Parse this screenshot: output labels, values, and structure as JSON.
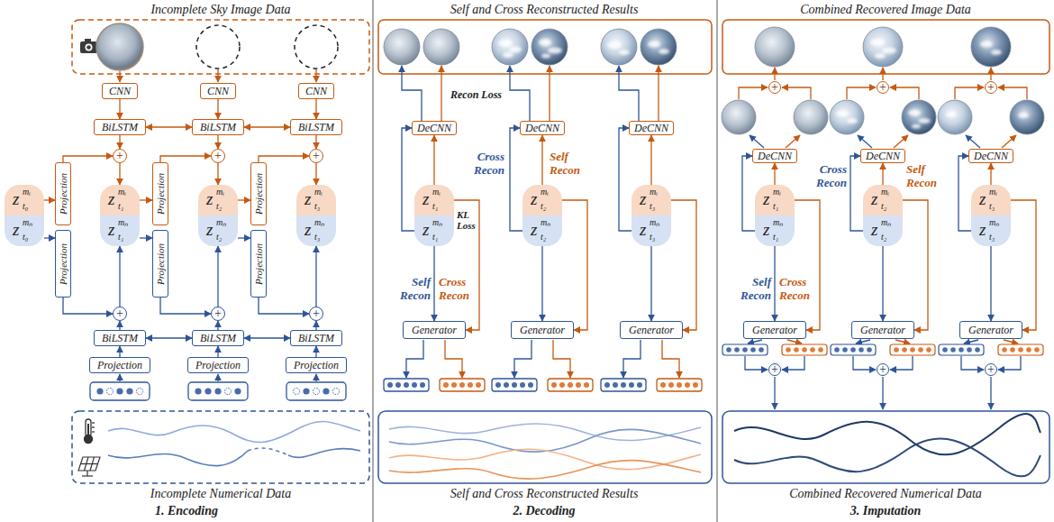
{
  "diagram": {
    "nodes": [
      {
        "text": [
          "CNN"
        ]
      },
      {
        "text": [
          "CNN"
        ]
      },
      {
        "text": [
          "CNN"
        ]
      },
      {
        "text": [
          "BiLSTM"
        ]
      },
      {
        "text": [
          "BiLSTM"
        ]
      },
      {
        "text": [
          "BiLSTM"
        ]
      },
      {
        "text": [
          "+"
        ]
      },
      {
        "text": [
          "+"
        ]
      },
      {
        "text": [
          "+"
        ]
      },
      {
        "text": [
          "z",
          "mᵢ",
          "t₀"
        ]
      },
      {
        "text": [
          "z",
          "mₙ",
          "t₀"
        ]
      },
      {
        "text": [
          "Projection"
        ]
      },
      {
        "text": [
          "Projection"
        ]
      },
      {
        "text": [
          "z",
          "mᵢ",
          "t₁"
        ]
      },
      {
        "text": [
          "z",
          "mₙ",
          "t₁"
        ]
      },
      {
        "text": [
          "Projection"
        ]
      },
      {
        "text": [
          "Projection"
        ]
      },
      {
        "text": [
          "z",
          "mᵢ",
          "t₂"
        ]
      },
      {
        "text": [
          "z",
          "mₙ",
          "t₂"
        ]
      },
      {
        "text": [
          "Projection"
        ]
      },
      {
        "text": [
          "Projection"
        ]
      },
      {
        "text": [
          "z",
          "mᵢ",
          "t₃"
        ]
      },
      {
        "text": [
          "z",
          "mₙ",
          "t₃"
        ]
      },
      {
        "text": [
          "+"
        ]
      },
      {
        "text": [
          "+"
        ]
      },
      {
        "text": [
          "+"
        ]
      },
      {
        "text": [
          "BiLSTM"
        ]
      },
      {
        "text": [
          "BiLSTM"
        ]
      },
      {
        "text": [
          "BiLSTM"
        ]
      },
      {
        "text": [
          "Projection"
        ]
      },
      {
        "text": [
          "Projection"
        ]
      },
      {
        "text": [
          "Projection"
        ]
      },
      {
        "text": [
          "DeCNN"
        ]
      },
      {
        "text": [
          "DeCNN"
        ]
      },
      {
        "text": [
          "DeCNN"
        ]
      },
      {
        "text": [
          "z",
          "mᵢ",
          "t₁"
        ]
      },
      {
        "text": [
          "z",
          "mₙ",
          "t₁"
        ]
      },
      {
        "text": [
          "z",
          "mᵢ",
          "t₂"
        ]
      },
      {
        "text": [
          "z",
          "mₙ",
          "t₂"
        ]
      },
      {
        "text": [
          "z",
          "mᵢ",
          "t₃"
        ]
      },
      {
        "text": [
          "z",
          "mₙ",
          "t₃"
        ]
      },
      {
        "text": [
          "Generator"
        ]
      },
      {
        "text": [
          "Generator"
        ]
      },
      {
        "text": [
          "Generator"
        ]
      },
      {
        "text": [
          "+"
        ]
      },
      {
        "text": [
          "+"
        ]
      },
      {
        "text": [
          "+"
        ]
      },
      {
        "text": [
          "DeCNN"
        ]
      },
      {
        "text": [
          "DeCNN"
        ]
      },
      {
        "text": [
          "DeCNN"
        ]
      },
      {
        "text": [
          "z",
          "mᵢ",
          "t₁"
        ]
      },
      {
        "text": [
          "z",
          "mₙ",
          "t₁"
        ]
      },
      {
        "text": [
          "z",
          "mᵢ",
          "t₂"
        ]
      },
      {
        "text": [
          "z",
          "mₙ",
          "t₂"
        ]
      },
      {
        "text": [
          "z",
          "mᵢ",
          "t₃"
        ]
      },
      {
        "text": [
          "z",
          "mₙ",
          "t₃"
        ]
      },
      {
        "text": [
          "Generator"
        ]
      },
      {
        "text": [
          "Generator"
        ]
      },
      {
        "text": [
          "Generator"
        ]
      },
      {
        "text": [
          "+"
        ]
      },
      {
        "text": [
          "+"
        ]
      },
      {
        "text": [
          "+"
        ]
      }
    ],
    "edges": [
      {
        "from": 0,
        "to": 3,
        "arrow": "to"
      },
      {
        "from": 1,
        "to": 4,
        "arrow": "to"
      },
      {
        "from": 2,
        "to": 5,
        "arrow": "to"
      },
      {
        "from": 3,
        "to": 4,
        "arrow": "both"
      },
      {
        "from": 4,
        "to": 5,
        "arrow": "both"
      },
      {
        "from": 3,
        "to": 6,
        "arrow": "to"
      },
      {
        "from": 4,
        "to": 7,
        "arrow": "to"
      },
      {
        "from": 5,
        "to": 8,
        "arrow": "to"
      },
      {
        "from": 6,
        "to": 13,
        "arrow": "to"
      },
      {
        "from": 7,
        "to": 17,
        "arrow": "to"
      },
      {
        "from": 8,
        "to": 21,
        "arrow": "to"
      },
      {
        "from": 9,
        "to": 11,
        "arrow": "to"
      },
      {
        "from": 13,
        "to": 15,
        "arrow": "to"
      },
      {
        "from": 17,
        "to": 19,
        "arrow": "to"
      },
      {
        "from": 11,
        "to": 6,
        "arrow": "to"
      },
      {
        "from": 15,
        "to": 7,
        "arrow": "to"
      },
      {
        "from": 19,
        "to": 8,
        "arrow": "to"
      },
      {
        "from": 10,
        "to": 12,
        "arrow": "to"
      },
      {
        "from": 14,
        "to": 16,
        "arrow": "to"
      },
      {
        "from": 18,
        "to": 20,
        "arrow": "to"
      },
      {
        "from": 12,
        "to": 23,
        "arrow": "to"
      },
      {
        "from": 16,
        "to": 24,
        "arrow": "to"
      },
      {
        "from": 20,
        "to": 25,
        "arrow": "to"
      },
      {
        "from": 23,
        "to": 14,
        "arrow": "to"
      },
      {
        "from": 24,
        "to": 18,
        "arrow": "to"
      },
      {
        "from": 25,
        "to": 22,
        "arrow": "to"
      },
      {
        "from": 26,
        "to": 23,
        "arrow": "to"
      },
      {
        "from": 27,
        "to": 24,
        "arrow": "to"
      },
      {
        "from": 28,
        "to": 25,
        "arrow": "to"
      },
      {
        "from": 26,
        "to": 27,
        "arrow": "both"
      },
      {
        "from": 27,
        "to": 28,
        "arrow": "both"
      },
      {
        "from": 29,
        "to": 26,
        "arrow": "to"
      },
      {
        "from": 30,
        "to": 27,
        "arrow": "to"
      },
      {
        "from": 31,
        "to": 28,
        "arrow": "to"
      },
      {
        "from": 35,
        "to": 32,
        "arrow": "to"
      },
      {
        "from": 37,
        "to": 33,
        "arrow": "to"
      },
      {
        "from": 39,
        "to": 34,
        "arrow": "to"
      },
      {
        "from": 36,
        "to": 32,
        "arrow": "to"
      },
      {
        "from": 38,
        "to": 33,
        "arrow": "to"
      },
      {
        "from": 40,
        "to": 34,
        "arrow": "to"
      },
      {
        "from": 36,
        "to": 41,
        "arrow": "to"
      },
      {
        "from": 38,
        "to": 42,
        "arrow": "to"
      },
      {
        "from": 40,
        "to": 43,
        "arrow": "to"
      },
      {
        "from": 35,
        "to": 41,
        "arrow": "to"
      },
      {
        "from": 37,
        "to": 42,
        "arrow": "to"
      },
      {
        "from": 39,
        "to": 43,
        "arrow": "to"
      },
      {
        "from": 50,
        "to": 47,
        "arrow": "to"
      },
      {
        "from": 52,
        "to": 48,
        "arrow": "to"
      },
      {
        "from": 54,
        "to": 49,
        "arrow": "to"
      },
      {
        "from": 51,
        "to": 47,
        "arrow": "to"
      },
      {
        "from": 53,
        "to": 48,
        "arrow": "to"
      },
      {
        "from": 55,
        "to": 49,
        "arrow": "to"
      },
      {
        "from": 51,
        "to": 56,
        "arrow": "to"
      },
      {
        "from": 53,
        "to": 57,
        "arrow": "to"
      },
      {
        "from": 55,
        "to": 58,
        "arrow": "to"
      },
      {
        "from": 50,
        "to": 56,
        "arrow": "to"
      },
      {
        "from": 52,
        "to": 57,
        "arrow": "to"
      },
      {
        "from": 54,
        "to": 58,
        "arrow": "to"
      }
    ],
    "labels": [
      "Incomplete Sky Image Data",
      "Self and Cross Reconstructed Results",
      "Combined Recovered Image Data",
      "Recon Loss",
      "KL Loss",
      "Cross Recon",
      "Self Recon",
      "Self Recon",
      "Cross Recon",
      "Cross Recon",
      "Self Recon",
      "Self Recon",
      "Cross Recon",
      "Incomplete Numerical Data",
      "1. Encoding",
      "Self and Cross Reconstructed Results",
      "2. Decoding",
      "Combined Recovered Numerical Data",
      "3. Imputation"
    ]
  }
}
